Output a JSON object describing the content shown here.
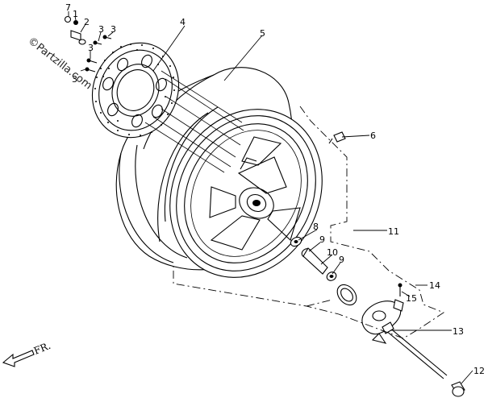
{
  "watermark": "©Partzilla.com",
  "direction_label": "FR.",
  "callouts": [
    {
      "id": "c7a",
      "label": "7"
    },
    {
      "id": "c1",
      "label": "1"
    },
    {
      "id": "c2",
      "label": "2"
    },
    {
      "id": "c3a",
      "label": "3"
    },
    {
      "id": "c3b",
      "label": "3"
    },
    {
      "id": "c3c",
      "label": "3"
    },
    {
      "id": "c3d",
      "label": "3"
    },
    {
      "id": "c4",
      "label": "4"
    },
    {
      "id": "c5",
      "label": "5"
    },
    {
      "id": "c6",
      "label": "6"
    },
    {
      "id": "c8",
      "label": "8"
    },
    {
      "id": "c9a",
      "label": "9"
    },
    {
      "id": "c10",
      "label": "10"
    },
    {
      "id": "c9b",
      "label": "9"
    },
    {
      "id": "c11",
      "label": "11"
    },
    {
      "id": "c14",
      "label": "14"
    },
    {
      "id": "c15",
      "label": "15"
    },
    {
      "id": "c13",
      "label": "13"
    },
    {
      "id": "c12",
      "label": "12"
    }
  ]
}
